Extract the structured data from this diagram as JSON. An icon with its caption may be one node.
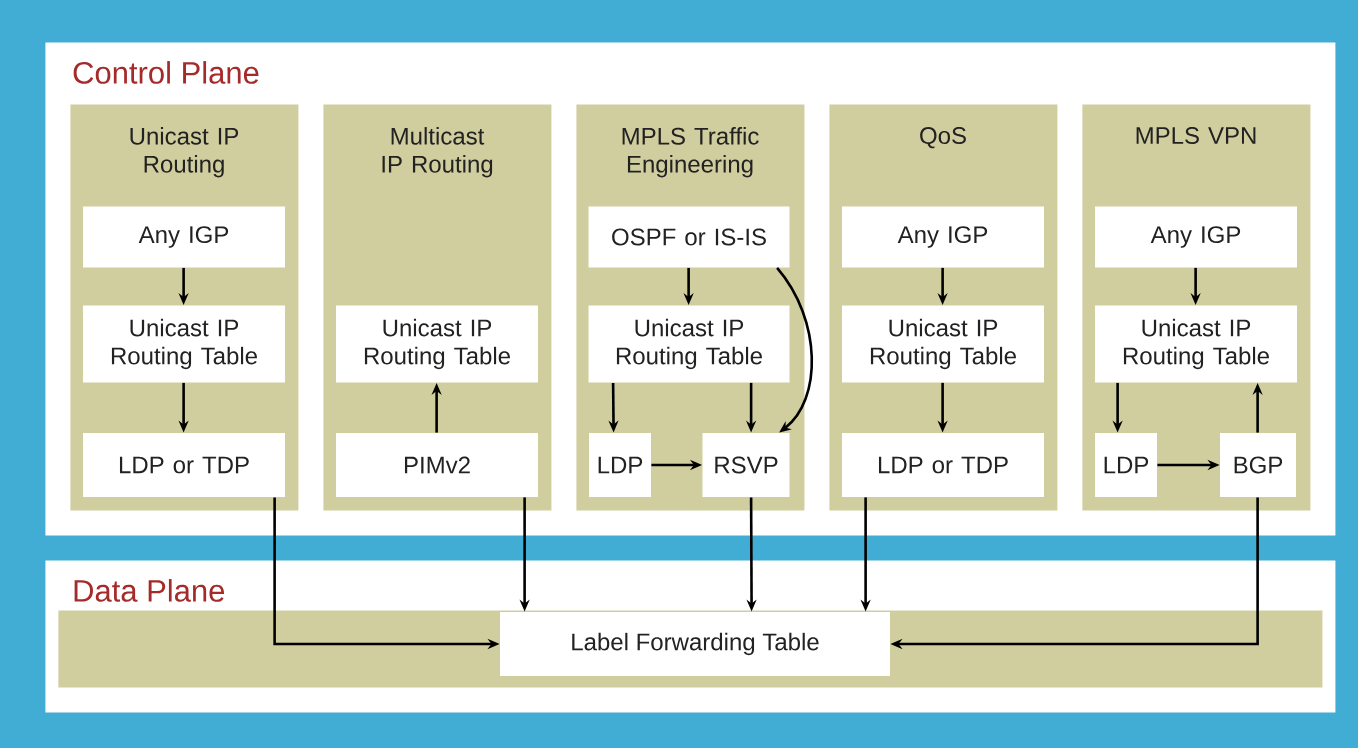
{
  "diagram": {
    "nodes": [
      {
        "text": [
          "Control Plane"
        ]
      },
      {
        "text": [
          "Unicast IP Routing"
        ],
        "in": 0
      },
      {
        "text": [
          "Any IGP"
        ],
        "in": 1
      },
      {
        "text": [
          "Unicast IP Routing Table"
        ],
        "in": 1
      },
      {
        "text": [
          "LDP or TDP"
        ],
        "in": 1
      },
      {
        "text": [
          "Multicast IP Routing"
        ],
        "in": 0
      },
      {
        "text": [
          "Unicast IP Routing Table"
        ],
        "in": 5
      },
      {
        "text": [
          "PIMv2"
        ],
        "in": 5
      },
      {
        "text": [
          "MPLS Traffic Engineering"
        ],
        "in": 0
      },
      {
        "text": [
          "OSPF or IS-IS"
        ],
        "in": 8
      },
      {
        "text": [
          "Unicast IP Routing Table"
        ],
        "in": 8
      },
      {
        "text": [
          "LDP"
        ],
        "in": 8
      },
      {
        "text": [
          "RSVP"
        ],
        "in": 8
      },
      {
        "text": [
          "QoS"
        ],
        "in": 0
      },
      {
        "text": [
          "Any IGP"
        ],
        "in": 13
      },
      {
        "text": [
          "Unicast IP Routing Table"
        ],
        "in": 13
      },
      {
        "text": [
          "LDP or TDP"
        ],
        "in": 13
      },
      {
        "text": [
          "MPLS VPN"
        ],
        "in": 0
      },
      {
        "text": [
          "Any IGP"
        ],
        "in": 17
      },
      {
        "text": [
          "Unicast IP Routing Table"
        ],
        "in": 17
      },
      {
        "text": [
          "LDP"
        ],
        "in": 17
      },
      {
        "text": [
          "BGP"
        ],
        "in": 17
      },
      {
        "text": [
          "Data Plane"
        ]
      },
      {
        "text": [],
        "shape": "bar",
        "in": 22
      },
      {
        "text": [
          "Label Forwarding Table"
        ],
        "in": 23
      }
    ],
    "edges": [
      {
        "from": 2,
        "to": 3,
        "arrow": "to"
      },
      {
        "from": 3,
        "to": 4,
        "arrow": "to"
      },
      {
        "from": 7,
        "to": 6,
        "arrow": "to"
      },
      {
        "from": 9,
        "to": 10,
        "arrow": "to"
      },
      {
        "from": 9,
        "to": 12,
        "arrow": "to"
      },
      {
        "from": 10,
        "to": 11,
        "arrow": "to"
      },
      {
        "from": 10,
        "to": 12,
        "arrow": "to"
      },
      {
        "from": 11,
        "to": 12,
        "arrow": "to"
      },
      {
        "from": 14,
        "to": 15,
        "arrow": "to"
      },
      {
        "from": 15,
        "to": 16,
        "arrow": "to"
      },
      {
        "from": 18,
        "to": 19,
        "arrow": "to"
      },
      {
        "from": 19,
        "to": 20,
        "arrow": "to"
      },
      {
        "from": 20,
        "to": 21,
        "arrow": "to"
      },
      {
        "from": 21,
        "to": 19,
        "arrow": "to"
      },
      {
        "from": 4,
        "to": 24,
        "arrow": "to"
      },
      {
        "from": 7,
        "to": 24,
        "arrow": "to"
      },
      {
        "from": 12,
        "to": 24,
        "arrow": "to"
      },
      {
        "from": 16,
        "to": 24,
        "arrow": "to"
      },
      {
        "from": 21,
        "to": 24,
        "arrow": "to"
      }
    ]
  }
}
